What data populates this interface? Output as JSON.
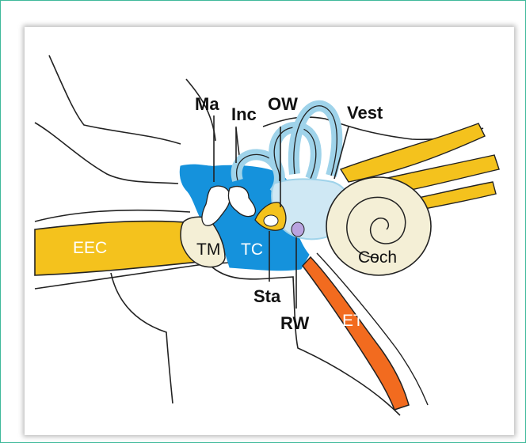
{
  "colors": {
    "frame_border": "#3fb99a",
    "canal_yellow": "#f4c21d",
    "cavity_blue": "#1592dc",
    "labyrinth_light_blue": "#9fd3ea",
    "bone_cream": "#f4efd6",
    "eustachian_orange": "#f26b1f",
    "round_window_purple": "#b9a3e0"
  },
  "labels": {
    "ma": "Ma",
    "inc": "Inc",
    "ow": "OW",
    "vest": "Vest",
    "eec": "EEC",
    "tm": "TM",
    "tc": "TC",
    "coch": "Coch",
    "sta": "Sta",
    "rw": "RW",
    "et": "ET"
  }
}
